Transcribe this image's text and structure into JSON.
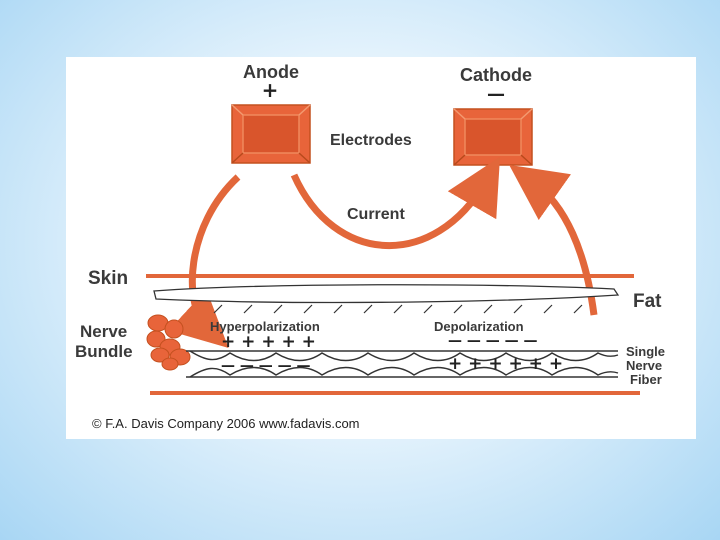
{
  "diagram": {
    "anode_label": "Anode",
    "anode_sign": "+",
    "cathode_label": "Cathode",
    "cathode_sign": "—",
    "electrodes_label": "Electrodes",
    "current_label": "Current",
    "skin_label": "Skin",
    "fat_label": "Fat",
    "nerve_bundle_label_1": "Nerve",
    "nerve_bundle_label_2": "Bundle",
    "hyperpolarization_label": "Hyperpolarization",
    "depolarization_label": "Depolarization",
    "hyper_top_signs": "+ + + + +",
    "hyper_bottom_signs": "— — — — —",
    "depol_top_signs": "— — — — —",
    "depol_bottom_signs": "+ + + + + +",
    "fiber_label_1": "Single",
    "fiber_label_2": "Nerve",
    "fiber_label_3": "Fiber",
    "copyright": "© F.A. Davis Company 2006  www.fadavis.com"
  },
  "colors": {
    "electrode": "#e8643a",
    "arrow": "#e2673a",
    "background_gradient_edge": "#a8d6f4"
  }
}
